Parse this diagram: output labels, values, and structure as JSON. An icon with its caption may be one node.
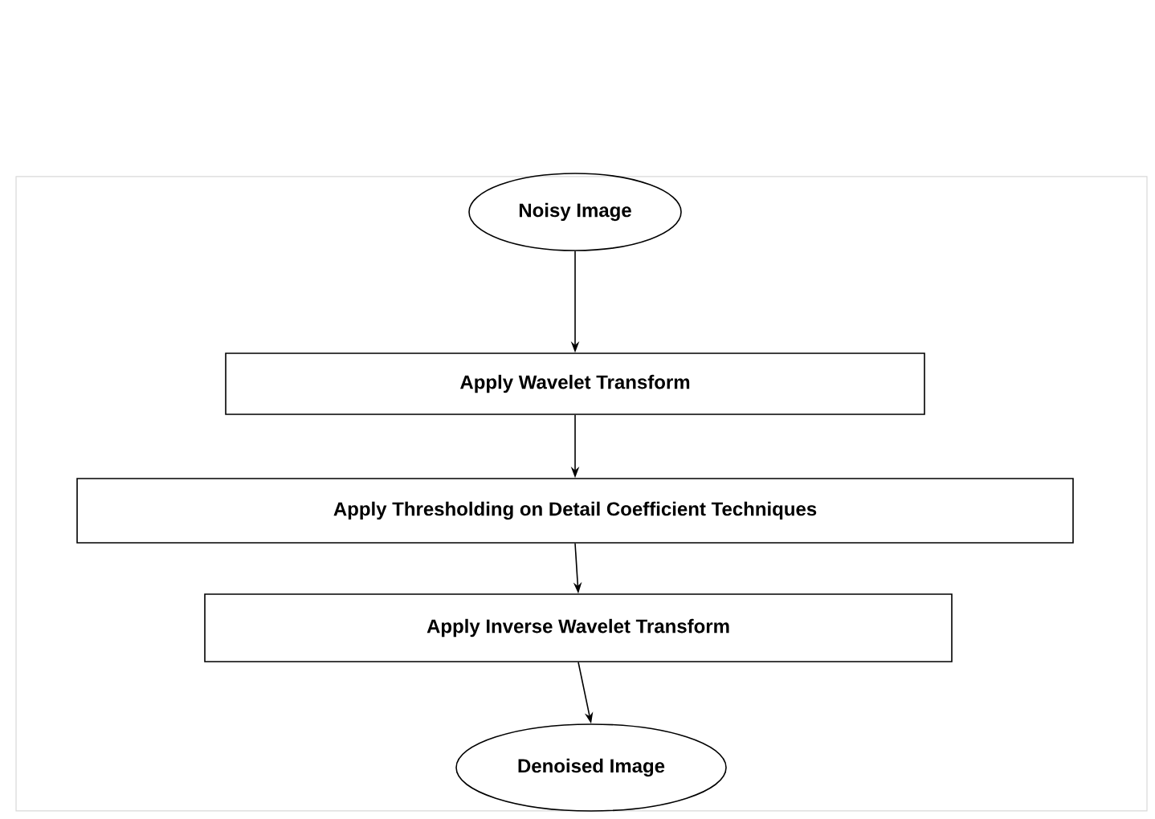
{
  "diagram": {
    "nodes": [
      {
        "text": [
          "Noisy Image"
        ]
      },
      {
        "text": [
          "Apply Wavelet Transform"
        ]
      },
      {
        "text": [
          "Apply Thresholding on Detail Coefficient Techniques"
        ]
      },
      {
        "text": [
          "Apply Inverse Wavelet Transform"
        ]
      },
      {
        "text": [
          "Denoised Image"
        ]
      }
    ],
    "edges": [
      {
        "from": 0,
        "to": 1,
        "arrow": "to"
      },
      {
        "from": 1,
        "to": 2,
        "arrow": "to"
      },
      {
        "from": 2,
        "to": 3,
        "arrow": "to"
      },
      {
        "from": 3,
        "to": 4,
        "arrow": "to"
      }
    ]
  }
}
